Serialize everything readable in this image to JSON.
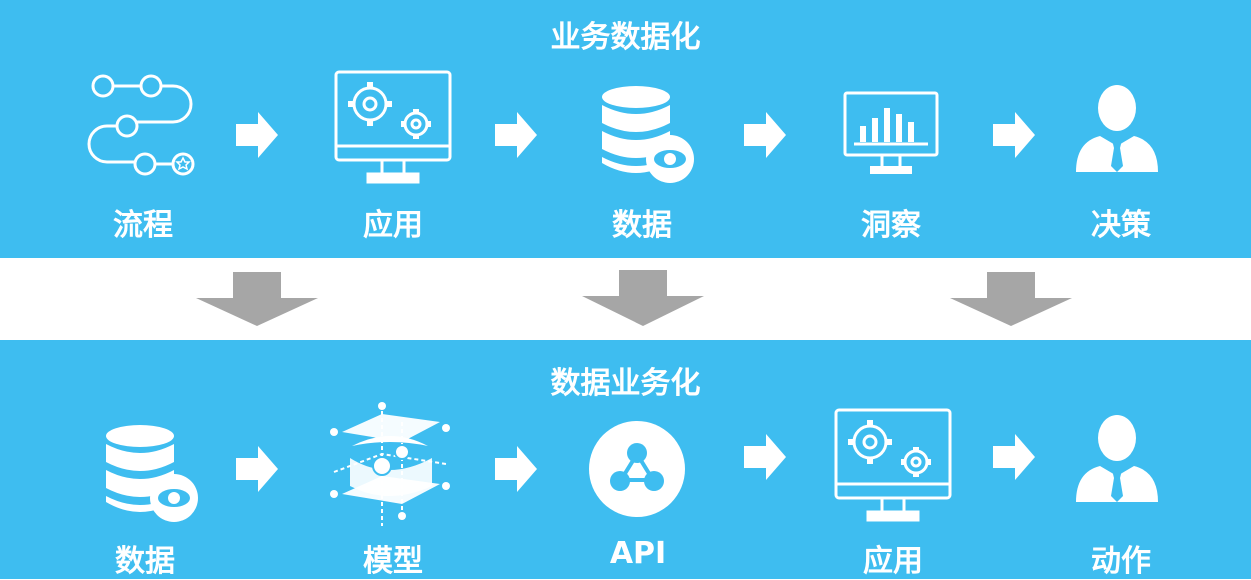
{
  "top": {
    "title": "业务数据化",
    "steps": [
      {
        "label": "流程",
        "icon": "flow-path-icon"
      },
      {
        "label": "应用",
        "icon": "monitor-gears-icon"
      },
      {
        "label": "数据",
        "icon": "database-eye-icon"
      },
      {
        "label": "洞察",
        "icon": "monitor-chart-icon"
      },
      {
        "label": "决策",
        "icon": "businessman-icon"
      }
    ]
  },
  "bottom": {
    "title": "数据业务化",
    "steps": [
      {
        "label": "数据",
        "icon": "database-eye-icon"
      },
      {
        "label": "模型",
        "icon": "cube-model-icon"
      },
      {
        "label": "API",
        "icon": "api-network-icon"
      },
      {
        "label": "应用",
        "icon": "monitor-gears-icon"
      },
      {
        "label": "动作",
        "icon": "businessman-icon"
      }
    ]
  },
  "colors": {
    "band": "#3ebdf0",
    "down_arrow": "#a6a6a6",
    "icon": "#ffffff"
  }
}
